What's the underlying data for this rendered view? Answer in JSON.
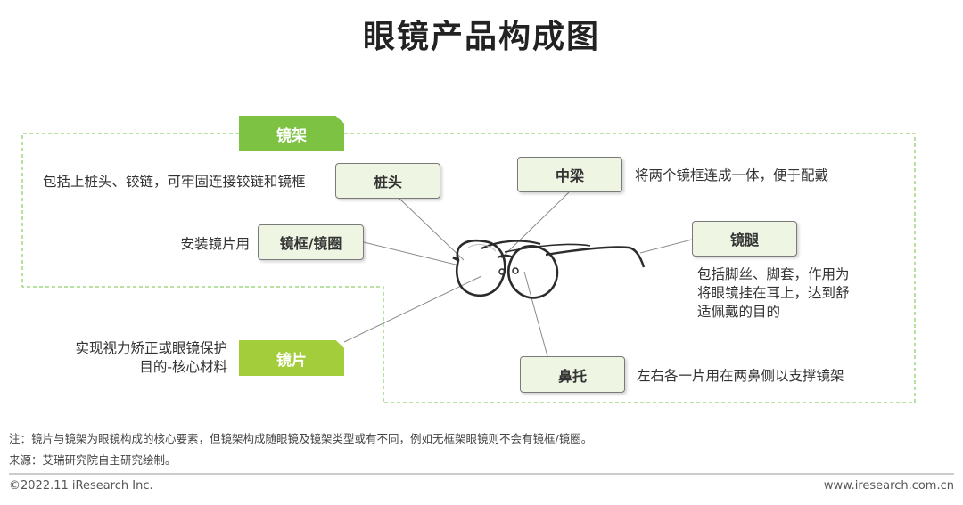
{
  "title": "眼镜产品构成图",
  "groups": {
    "frame": {
      "label": "镜架",
      "color": "#7dc242"
    },
    "lens": {
      "label": "镜片",
      "color": "#a3cd3a"
    }
  },
  "parts": {
    "pile_head": {
      "label": "桩头",
      "desc": "包括上桩头、铰链，可牢固连接铰链和镜框"
    },
    "bridge": {
      "label": "中梁",
      "desc": "将两个镜框连成一体，便于配戴"
    },
    "rim": {
      "label": "镜框/镜圈",
      "desc": "安装镜片用"
    },
    "temple": {
      "label": "镜腿",
      "desc_lines": [
        "包括脚丝、脚套，作用为",
        "将眼镜挂在耳上，达到舒",
        "适佩戴的目的"
      ]
    },
    "lens": {
      "desc_lines": [
        "实现视力矫正或眼镜保护",
        "目的-核心材料"
      ]
    },
    "nose_pad": {
      "label": "鼻托",
      "desc": "左右各一片用在两鼻侧以支撑镜架"
    }
  },
  "note": "注：镜片与镜架为眼镜构成的核心要素，但镜架构成随眼镜及镜架类型或有不同，例如无框架眼镜则不会有镜框/镜圈。",
  "source": "来源：艾瑞研究院自主研究绘制。",
  "footer": {
    "left": "©2022.11 iResearch Inc.",
    "right": "www.iresearch.com.cn"
  },
  "colors": {
    "dashed_border": "#8fd16a",
    "label_fill": "#eef5e2"
  }
}
